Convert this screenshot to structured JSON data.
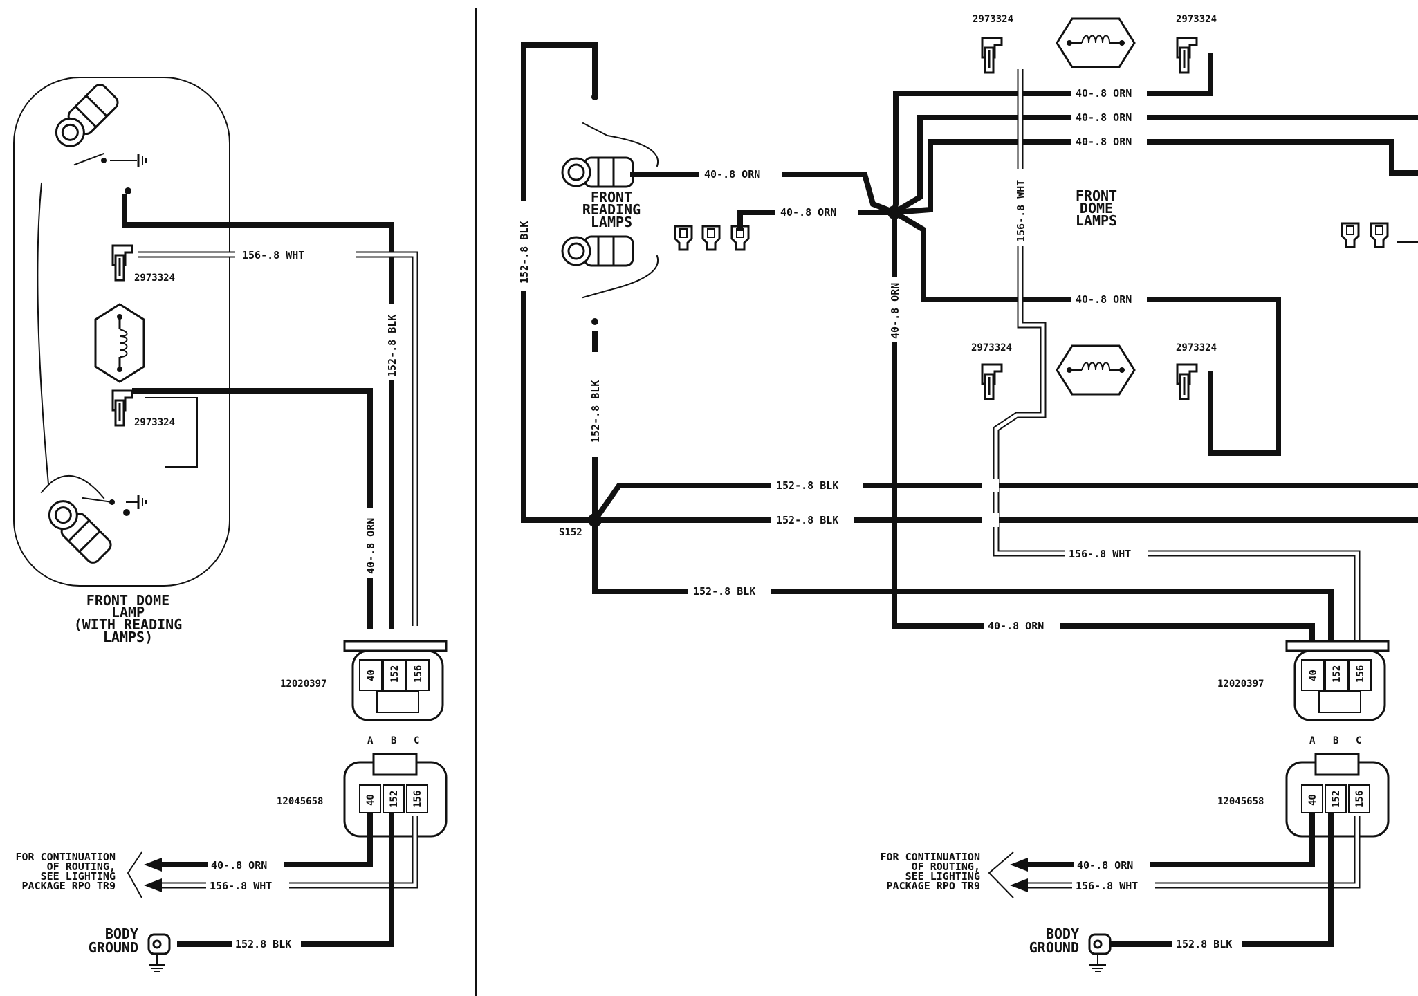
{
  "left_panel": {
    "title": [
      "FRONT DOME",
      "LAMP",
      "(WITH READING",
      "LAMPS)"
    ],
    "terminal_pn_top": "2973324",
    "terminal_pn_bottom": "2973324",
    "wire_156_wht": "156-.8 WHT",
    "wire_152_blk": "152-.8 BLK",
    "wire_40_orn": "40-.8 ORN",
    "connector_top_pn": "12020397",
    "connector_bottom_pn": "12045658",
    "pins": [
      "40",
      "152",
      "156"
    ],
    "pin_letters": [
      "A",
      "B",
      "C"
    ],
    "note": [
      "FOR CONTINUATION",
      "OF ROUTING,",
      "SEE LIGHTING",
      "PACKAGE RPO TR9"
    ],
    "out_orn": "40-.8 ORN",
    "out_wht": "156-.8 WHT",
    "ground_label": [
      "BODY",
      "GROUND"
    ],
    "ground_wire": "152.8 BLK"
  },
  "right_panel": {
    "reading_lamps": [
      "FRONT",
      "READING",
      "LAMPS"
    ],
    "dome_lamps": [
      "FRONT",
      "DOME",
      "LAMPS"
    ],
    "pn_1": "2973324",
    "pn_2": "2973324",
    "pn_3": "2973324",
    "pn_4": "2973324",
    "orn_1": "40-.8 ORN",
    "orn_2": "40-.8 ORN",
    "orn_3": "40-.8 ORN",
    "orn_4": "40-.8 ORN",
    "orn_5": "40-.8 ORN",
    "orn_6": "40-.8 ORN",
    "orn_7": "40-.8 ORN",
    "orn_vertical": "40-.8 ORN",
    "blk_vertical_1": "152-.8 BLK",
    "blk_vertical_2": "152-.8 BLK",
    "wht_vertical": "156-.8 WHT",
    "blk_1": "152-.8 BLK",
    "blk_2": "152-.8 BLK",
    "blk_3": "152-.8 BLK",
    "wht_1": "156-.8 WHT",
    "splice": "S152",
    "connector_top_pn": "12020397",
    "connector_bottom_pn": "12045658",
    "pins": [
      "40",
      "152",
      "156"
    ],
    "pin_letters": [
      "A",
      "B",
      "C"
    ],
    "note": [
      "FOR CONTINUATION",
      "OF ROUTING,",
      "SEE LIGHTING",
      "PACKAGE RPO TR9"
    ],
    "out_orn": "40-.8 ORN",
    "out_wht": "156-.8 WHT",
    "ground_label": [
      "BODY",
      "GROUND"
    ],
    "ground_wire": "152.8 BLK"
  }
}
